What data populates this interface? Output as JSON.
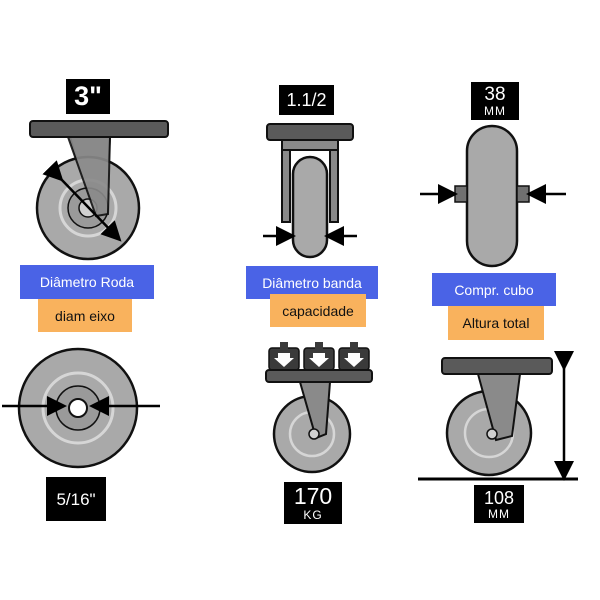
{
  "caster1": {
    "size": "3\"",
    "label_blue": "Diâmetro Roda",
    "label_orange": "diam eixo"
  },
  "caster2": {
    "size": "1.1/2",
    "label_blue": "Diâmetro banda",
    "label_orange": "capacidade"
  },
  "caster3": {
    "size": "38",
    "unit": "MM",
    "label_blue": "Compr. cubo",
    "label_orange": "Altura total"
  },
  "bottom1": {
    "size": "5/16\""
  },
  "bottom2": {
    "size": "170",
    "unit": "KG"
  },
  "bottom3": {
    "size": "108",
    "unit": "MM"
  },
  "colors": {
    "label_blue": "#4a63e6",
    "label_orange": "#f9b25d",
    "wheel": "#a9a9a9",
    "plate": "#5a5a5a"
  }
}
